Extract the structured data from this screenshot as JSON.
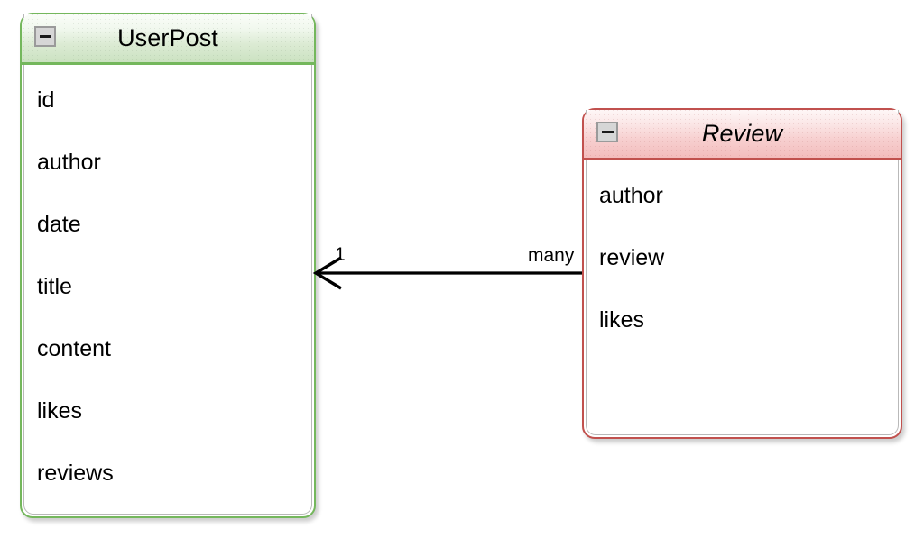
{
  "diagram": {
    "type": "uml-class-diagram",
    "background_color": "#ffffff",
    "classes": [
      {
        "id": "userpost",
        "name": "UserPost",
        "abstract": false,
        "accent_color": "#74b75c",
        "header_fill_top": "#fafdf8",
        "header_fill_bottom": "#cbe2c1",
        "collapse_icon": "minus-icon",
        "attributes": [
          "id",
          "author",
          "date",
          "title",
          "content",
          "likes",
          "reviews"
        ]
      },
      {
        "id": "review",
        "name": "Review",
        "abstract": true,
        "accent_color": "#c1514e",
        "header_fill_top": "#fef7f7",
        "header_fill_bottom": "#f3bdbd",
        "collapse_icon": "minus-icon",
        "attributes": [
          "author",
          "review",
          "likes"
        ]
      }
    ],
    "relationship": {
      "from": "review",
      "to": "userpost",
      "arrow": "open-arrow-left",
      "source_multiplicity": "many",
      "target_multiplicity": "1",
      "line_color": "#000000"
    }
  }
}
